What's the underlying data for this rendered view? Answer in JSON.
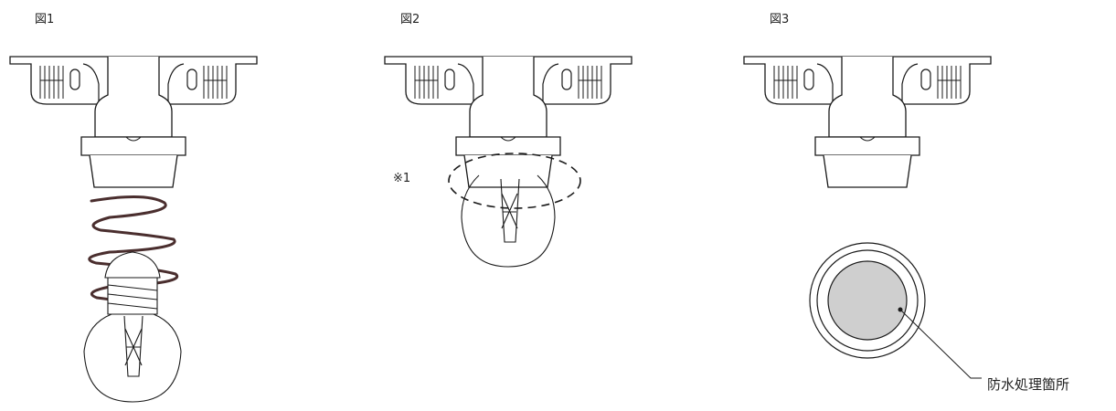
{
  "figures": [
    {
      "label": "図1"
    },
    {
      "label": "図2",
      "note": "※1"
    },
    {
      "label": "図3",
      "callout": "防水処理箇所"
    }
  ],
  "colors": {
    "line": "#1a1a1a",
    "spring": "#4a2e2e",
    "seal_fill": "#cfcfcf"
  }
}
